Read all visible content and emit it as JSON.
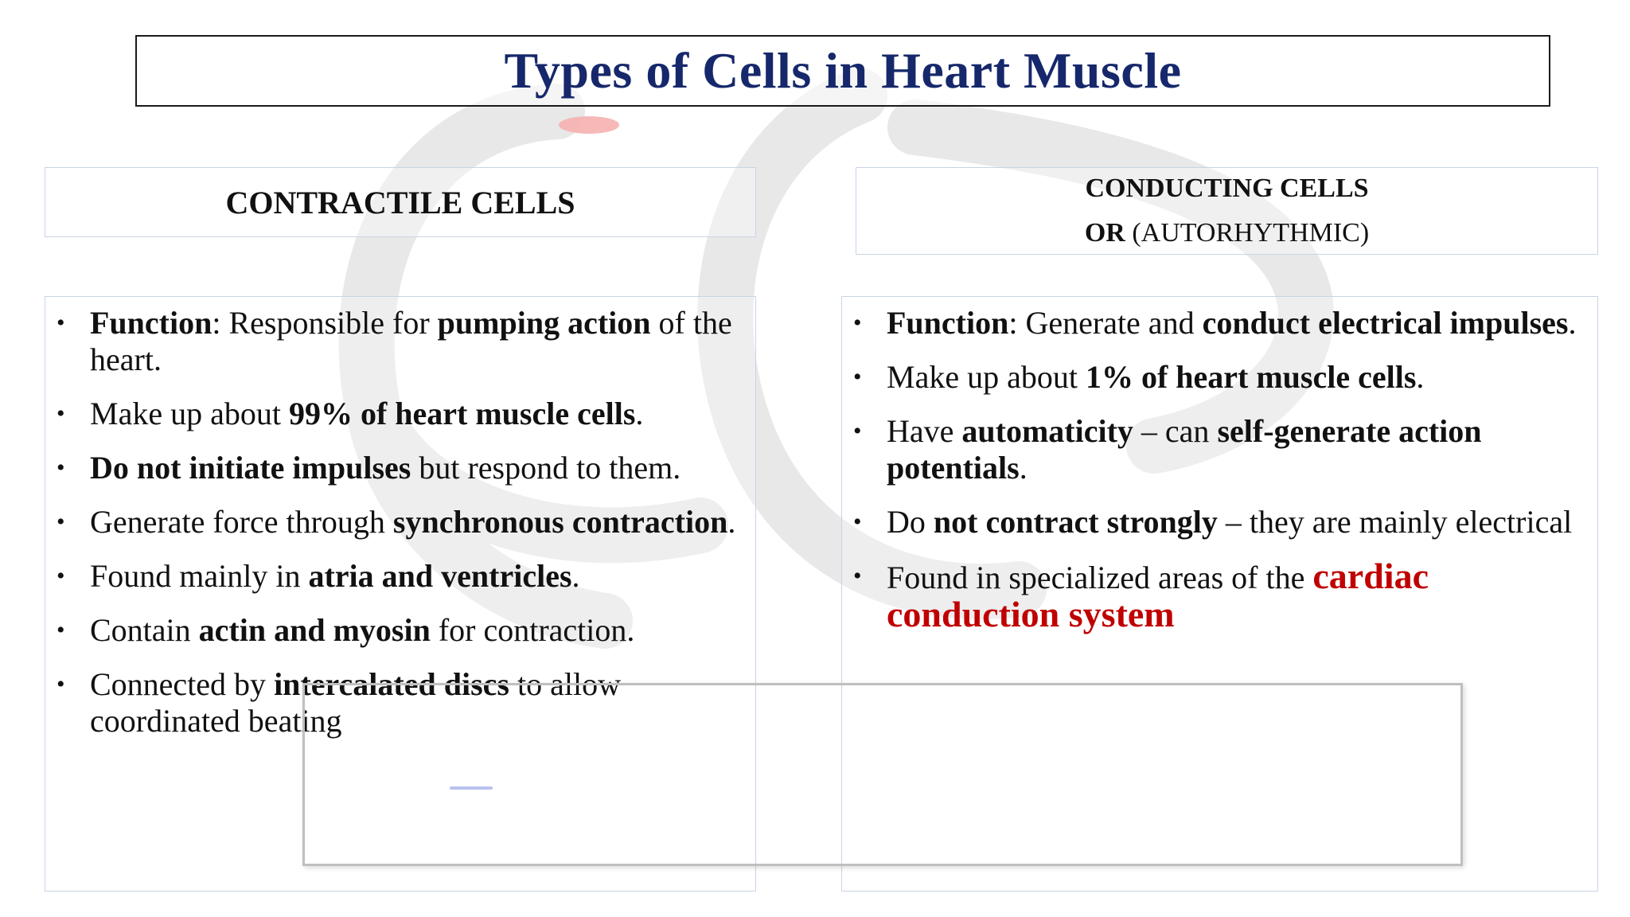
{
  "title": "Types of Cells in Heart Muscle",
  "left": {
    "heading": "CONTRACTILE CELLS",
    "bullets": [
      {
        "parts": [
          {
            "t": "Function",
            "b": true
          },
          {
            "t": ": Responsible for "
          },
          {
            "t": "pumping action",
            "b": true
          },
          {
            "t": " of the heart."
          }
        ]
      },
      {
        "parts": [
          {
            "t": "Make up about "
          },
          {
            "t": "99% of heart muscle cells",
            "b": true
          },
          {
            "t": "."
          }
        ]
      },
      {
        "parts": [
          {
            "t": "Do not initiate impulses",
            "b": true
          },
          {
            "t": " but respond to them."
          }
        ]
      },
      {
        "parts": [
          {
            "t": "Generate force through "
          },
          {
            "t": "synchronous contraction",
            "b": true
          },
          {
            "t": "."
          }
        ]
      },
      {
        "parts": [
          {
            "t": "Found mainly in "
          },
          {
            "t": "atria and ventricles",
            "b": true
          },
          {
            "t": "."
          }
        ]
      },
      {
        "parts": [
          {
            "t": "Contain "
          },
          {
            "t": "actin and myosin",
            "b": true
          },
          {
            "t": " for contraction."
          }
        ]
      },
      {
        "parts": [
          {
            "t": "Connected by "
          },
          {
            "t": "intercalated discs",
            "b": true
          },
          {
            "t": " to allow coordinated beating"
          }
        ]
      }
    ]
  },
  "right": {
    "heading_line1": "CONDUCTING CELLS",
    "heading_line2_bold": "OR",
    "heading_line2_rest": " (AUTORHYTHMIC)",
    "bullets": [
      {
        "parts": [
          {
            "t": "Function",
            "b": true
          },
          {
            "t": ": Generate and "
          },
          {
            "t": "conduct electrical impulses",
            "b": true
          },
          {
            "t": "."
          }
        ]
      },
      {
        "parts": [
          {
            "t": "Make up about "
          },
          {
            "t": "1% of heart muscle cells",
            "b": true
          },
          {
            "t": "."
          }
        ]
      },
      {
        "parts": [
          {
            "t": "Have "
          },
          {
            "t": "automaticity",
            "b": true
          },
          {
            "t": " – can "
          },
          {
            "t": "self-generate action potentials",
            "b": true
          },
          {
            "t": "."
          }
        ]
      },
      {
        "parts": [
          {
            "t": "Do "
          },
          {
            "t": "not contract strongly",
            "b": true
          },
          {
            "t": " – they are mainly electrical"
          }
        ]
      },
      {
        "parts": [
          {
            "t": "Found in specialized areas of the "
          },
          {
            "t": "cardiac conduction system",
            "red": true
          }
        ]
      }
    ]
  },
  "bullet_glyph": "•",
  "colors": {
    "title": "#16286b",
    "highlight": "#c00000",
    "box_border": "#c9d3e6"
  }
}
